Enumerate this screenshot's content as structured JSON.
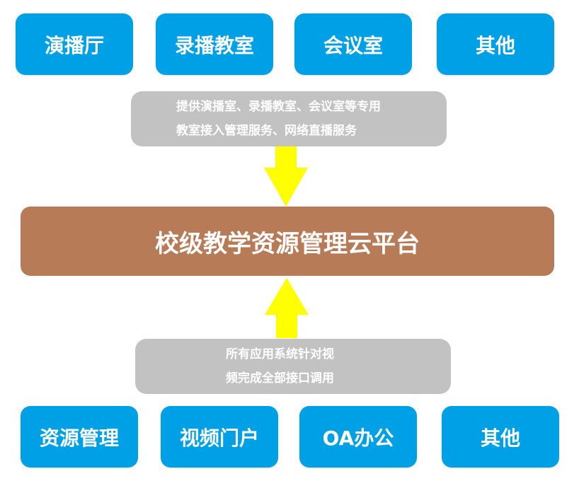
{
  "top_row": [
    "演播厅",
    "录播教室",
    "会议室",
    "其他"
  ],
  "top_note": {
    "line1": "提供演播室、录播教室、会议室等专用",
    "line2": "教室接入管理服务、网络直播服务"
  },
  "platform": {
    "label": "校级教学资源管理云平台"
  },
  "bottom_note": {
    "line1": "所有应用系统针对视",
    "line2": "频完成全部接口调用"
  },
  "bottom_row": [
    "资源管理",
    "视频门户",
    "OA办公",
    "其他"
  ],
  "colors": {
    "box": "#00a0e6",
    "note": "#c2c2c2",
    "platform": "#b87b57",
    "arrow": "#ffff00"
  }
}
